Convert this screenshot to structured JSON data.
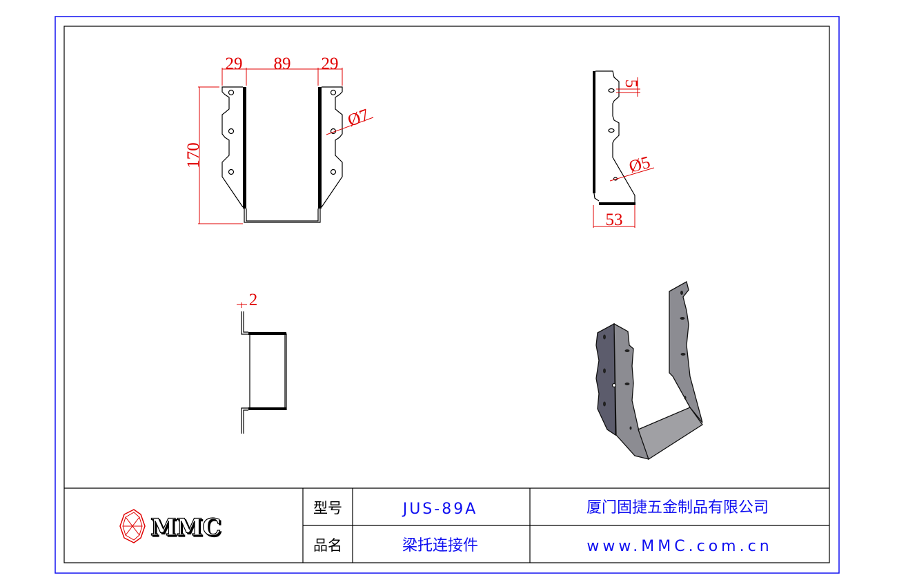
{
  "drawing": {
    "front_view": {
      "dims": {
        "left_flange": "29",
        "width": "89",
        "right_flange": "29",
        "height": "170",
        "hole_dia": "Ø7"
      }
    },
    "side_view": {
      "dims": {
        "hole_offset": "5",
        "hole_dia": "Ø5",
        "depth": "53"
      }
    },
    "top_view": {
      "dims": {
        "thickness": "2"
      }
    }
  },
  "title_block": {
    "logo_text": "MMC",
    "model_label": "型号",
    "model_value": "JUS-89A",
    "name_label": "品名",
    "name_value": "梁托连接件",
    "company": "厦门固捷五金制品有限公司",
    "website": "www.MMC.com.cn"
  },
  "colors": {
    "border": "#1010f0",
    "dimension": "#e00000",
    "text_blue": "#1010f0"
  }
}
